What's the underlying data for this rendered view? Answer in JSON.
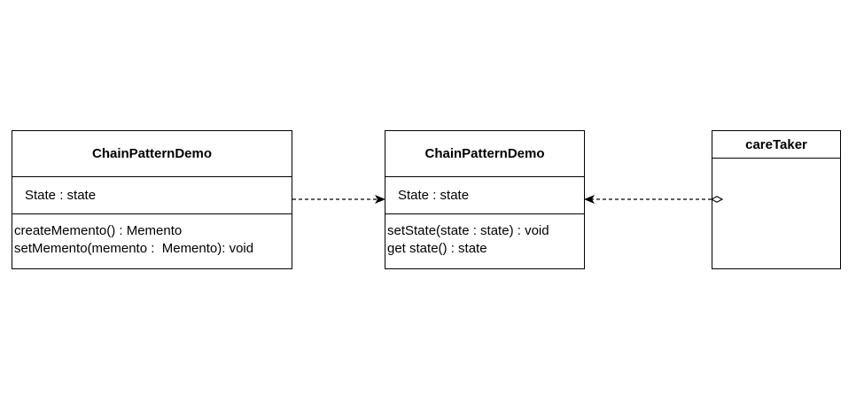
{
  "classes": {
    "memento_source": {
      "name": "ChainPatternDemo",
      "attribute": "State : state",
      "methods": [
        "createMemento() : Memento",
        "setMemento(memento :  Memento): void"
      ]
    },
    "memento": {
      "name": "ChainPatternDemo",
      "attribute": "State : state",
      "methods": [
        "setState(state : state) : void",
        "get state() : state"
      ]
    },
    "caretaker": {
      "name": "careTaker"
    }
  },
  "relations": [
    {
      "from": "memento_source",
      "to": "memento",
      "style": "dashed",
      "head": "arrow"
    },
    {
      "from": "caretaker",
      "to": "memento",
      "style": "dashed",
      "head": "arrow",
      "tail": "open-diamond"
    }
  ]
}
